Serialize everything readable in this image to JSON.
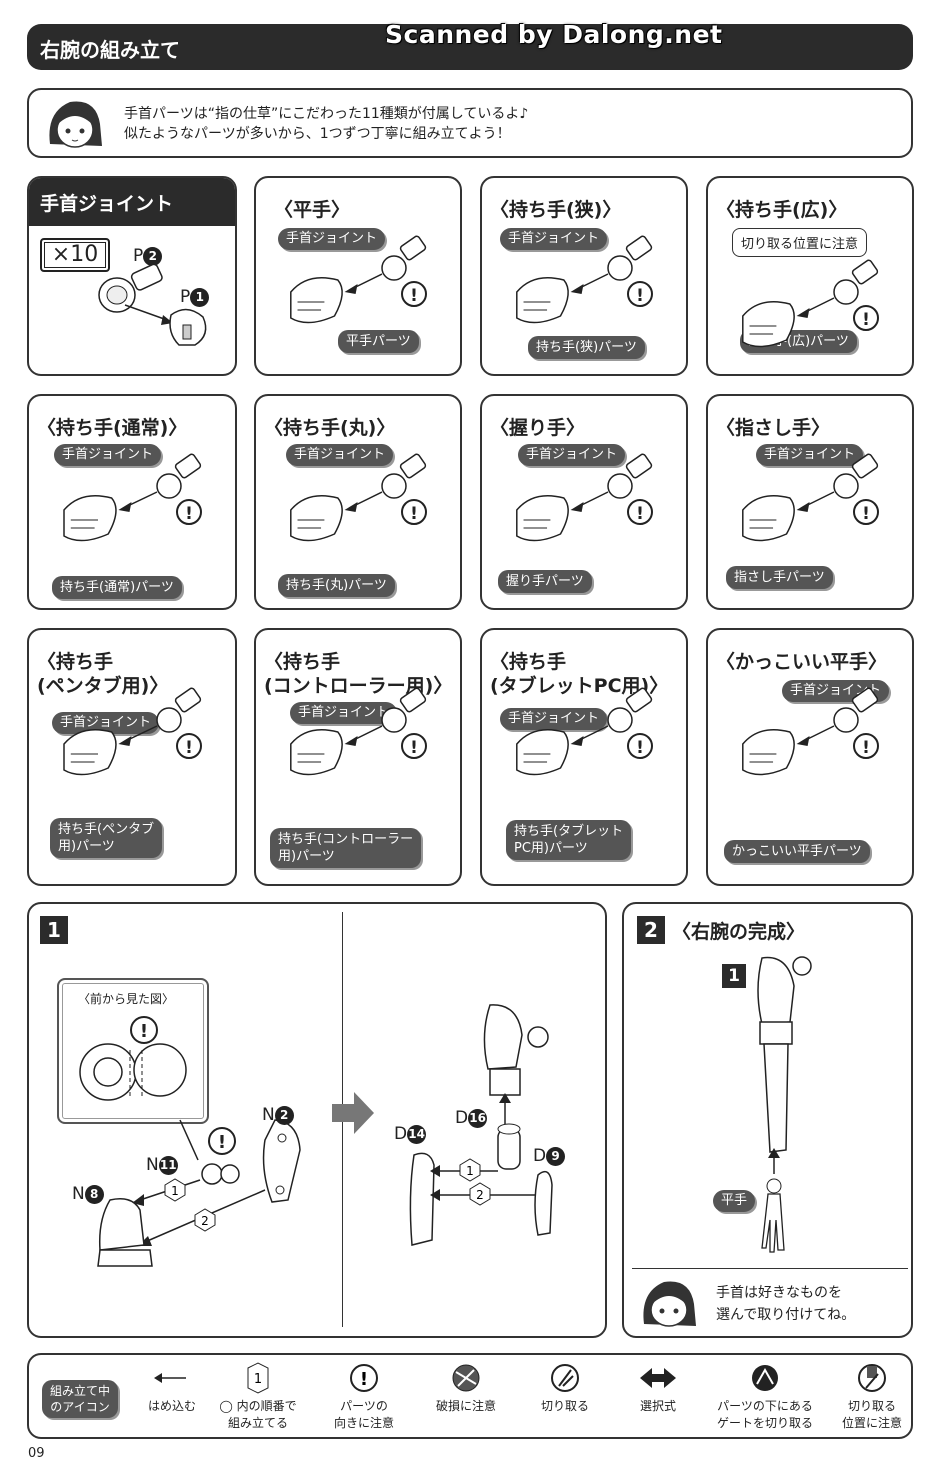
{
  "watermark": "Scanned by Dalong.net",
  "section_title": "右腕の組み立て",
  "intro": {
    "line1": "手首パーツは“指の仕草”にこだわった11種類が付属しているよ♪",
    "line2": "似たようなパーツが多いから、1つずつ丁寧に組み立てよう！"
  },
  "wrist_joint": {
    "title": "手首ジョイント",
    "count": "×10",
    "part_p2": "P",
    "part_p2_num": "2",
    "part_p1": "P",
    "part_p1_num": "1"
  },
  "joint_label": "手首ジョイント",
  "hands": [
    {
      "title": "〈平手〉",
      "part": "平手パーツ"
    },
    {
      "title": "〈持ち手(狭)〉",
      "part": "持ち手(狭)パーツ"
    },
    {
      "title": "〈持ち手(広)〉",
      "part": "持ち手(広)パーツ",
      "note": "切り取る位置に注意"
    },
    {
      "title": "〈持ち手(通常)〉",
      "part": "持ち手(通常)パーツ"
    },
    {
      "title": "〈持ち手(丸)〉",
      "part": "持ち手(丸)パーツ"
    },
    {
      "title": "〈握り手〉",
      "part": "握り手パーツ"
    },
    {
      "title": "〈指さし手〉",
      "part": "指さし手パーツ"
    },
    {
      "title": "〈持ち手\n(ペンタブ用)〉",
      "part": "持ち手(ペンタブ\n用)パーツ"
    },
    {
      "title": "〈持ち手\n(コントローラー用)〉",
      "part": "持ち手(コントローラー\n用)パーツ"
    },
    {
      "title": "〈持ち手\n(タブレットPC用)〉",
      "part": "持ち手(タブレット\nPC用)パーツ"
    },
    {
      "title": "〈かっこいい平手〉",
      "part": "かっこいい平手パーツ"
    }
  ],
  "step1": {
    "num": "1",
    "front_view": "〈前から見た図〉",
    "parts": {
      "n2": "N",
      "n2_num": "2",
      "n11": "N",
      "n11_num": "11",
      "n8": "N",
      "n8_num": "8",
      "d16": "D",
      "d16_num": "16",
      "d14": "D",
      "d14_num": "14",
      "d9": "D",
      "d9_num": "9"
    },
    "order1": "1",
    "order2": "2"
  },
  "step2": {
    "num": "2",
    "title": "〈右腕の完成〉",
    "sub_num": "1",
    "hand_label": "平手",
    "note_line1": "手首は好きなものを",
    "note_line2": "選んで取り付けてね。"
  },
  "legend": {
    "title": "組み立て中\nのアイコン",
    "items": [
      {
        "label": "はめ込む"
      },
      {
        "label": "◯ 内の順番で\n組み立てる"
      },
      {
        "label": "パーツの\n向きに注意"
      },
      {
        "label": "破損に注意"
      },
      {
        "label": "切り取る"
      },
      {
        "label": "選択式"
      },
      {
        "label": "パーツの下にある\nゲートを切り取る"
      },
      {
        "label": "切り取る\n位置に注意"
      }
    ]
  },
  "page_number": "09"
}
